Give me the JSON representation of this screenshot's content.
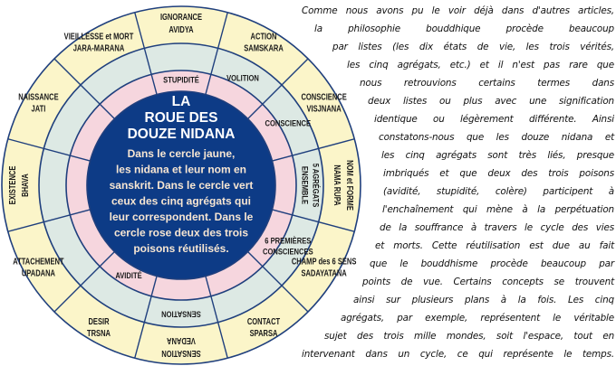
{
  "colors": {
    "blue": "#0d3b86",
    "yellow": "#fbf5c9",
    "green": "#dde9e4",
    "pink": "#f6d6de",
    "stroke": "#1f3f7d",
    "center_text": "#f7e6d2"
  },
  "wheel": {
    "title": [
      "LA",
      "ROUE DES",
      "DOUZE NIDANA"
    ],
    "description": [
      "Dans le cercle jaune,",
      "les nidana et leur nom en",
      "sanskrit. Dans le cercle vert",
      "ceux des cinq agrégats qui",
      "leur correspondent. Dans le",
      "cercle rose deux des trois",
      "poisons réutilisés."
    ],
    "yellow_ring": [
      [
        "IGNORANCE",
        "AVIDYA"
      ],
      [
        "ACTION",
        "SAMSKARA"
      ],
      [
        "CONSCIENCE",
        "VISJNANA"
      ],
      [
        "NOM et FORME",
        "NAMA RUPA"
      ],
      [
        "CHAMP des 6 SENS",
        "SADAYATANA"
      ],
      [
        "CONTACT",
        "SPARSA"
      ],
      [
        "SENSATION",
        "VEDANA"
      ],
      [
        "DESIR",
        "TRSNA"
      ],
      [
        "ATTACHEMENT",
        "UPADANA"
      ],
      [
        "EXISTENCE",
        "BHAVA"
      ],
      [
        "NAISSANCE",
        "JATI"
      ],
      [
        "VIEILLESSE et MORT",
        "JARA-MARANA"
      ]
    ],
    "green_ring": [
      [],
      [
        "VOLITION"
      ],
      [
        "CONSCIENCE"
      ],
      [
        "5 AGRÉGATS",
        "ENSEMBLE"
      ],
      [
        "6 PREMIÈRES",
        "CONSCIENCES"
      ],
      [],
      [
        "SENSATION"
      ],
      [],
      [],
      [],
      [],
      []
    ],
    "pink_ring": [
      [
        "STUPIDITÉ"
      ],
      [],
      [],
      [],
      [],
      [],
      [],
      [
        "AVIDITÉ"
      ],
      [],
      [],
      [],
      []
    ]
  },
  "article": {
    "lines": [
      "Comme nous avons pu le voir déjà dans d'autres articles,",
      "la philosophie bouddhique procède beaucoup",
      "par listes (les dix états de vie, les trois vérités,",
      "les cinq agrégats, etc.) et il n'est pas rare que",
      "nous retrouvions certains termes dans",
      "deux listes ou plus avec une signification",
      "identique ou légèrement différente. Ainsi",
      "constatons-nous que les douze nidana et",
      "les cinq agrégats sont très liés, presque",
      "imbriqués et que deux des trois poisons",
      "(avidité, stupidité, colère) participent à",
      "l'enchaînement qui mène à la perpétuation",
      "de la souffrance à travers le cycle des vies",
      "et morts. Cette réutilisation est due au fait",
      "que le bouddhisme procède beaucoup par",
      "points de vue.  Certains concepts se trouvent",
      "ainsi sur plusieurs plans à la fois. Les cinq",
      "agrégats, par exemple, représentent le véritable",
      "sujet des trois mille mondes, soit l'espace, tout en",
      "intervenant dans un cycle, ce qui représente le temps."
    ]
  }
}
